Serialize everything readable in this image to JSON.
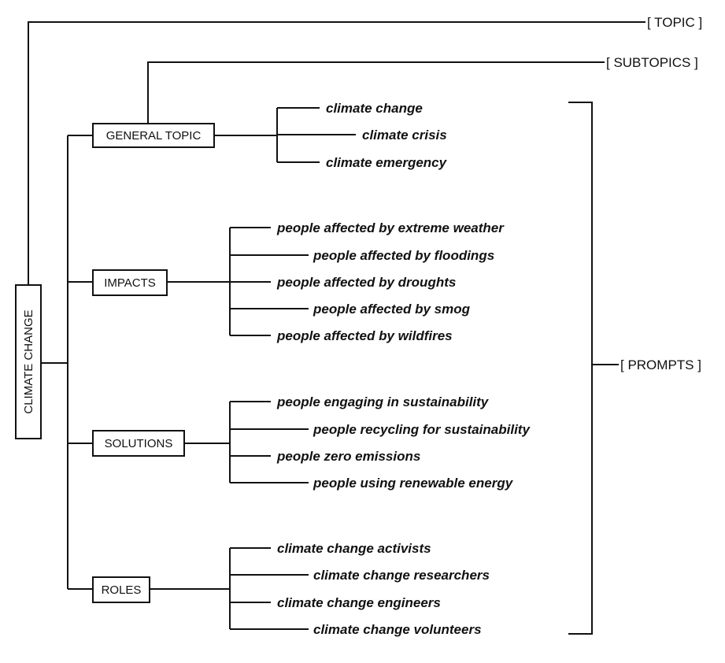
{
  "diagram": {
    "root": "CLIMATE CHANGE",
    "legend": {
      "topic": "[ TOPIC ]",
      "subtopics": "[ SUBTOPICS ]",
      "prompts": "[ PROMPTS ]"
    },
    "subtopics": [
      {
        "label": "GENERAL TOPIC",
        "prompts": [
          "climate change",
          "climate crisis",
          "climate emergency"
        ]
      },
      {
        "label": "IMPACTS",
        "prompts": [
          "people affected by extreme weather",
          "people affected by floodings",
          "people affected by droughts",
          "people affected by smog",
          "people affected by wildfires"
        ]
      },
      {
        "label": "SOLUTIONS",
        "prompts": [
          "people engaging in sustainability",
          "people recycling for sustainability",
          "people zero emissions",
          "people using renewable energy"
        ]
      },
      {
        "label": "ROLES",
        "prompts": [
          "climate change activists",
          "climate change researchers",
          "climate change engineers",
          "climate change volunteers"
        ]
      }
    ]
  }
}
